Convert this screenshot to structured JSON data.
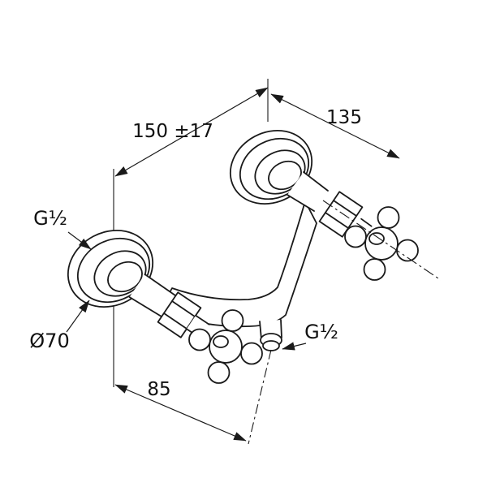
{
  "meta": {
    "background": "#ffffff",
    "line_color": "#1a1a1a",
    "text_color": "#111111"
  },
  "labels": {
    "center_distance": "150 ±17",
    "depth": "135",
    "inlet_thread": "G½",
    "outlet_thread": "G½",
    "flange_diameter": "Ø70",
    "outlet_offset": "85"
  }
}
